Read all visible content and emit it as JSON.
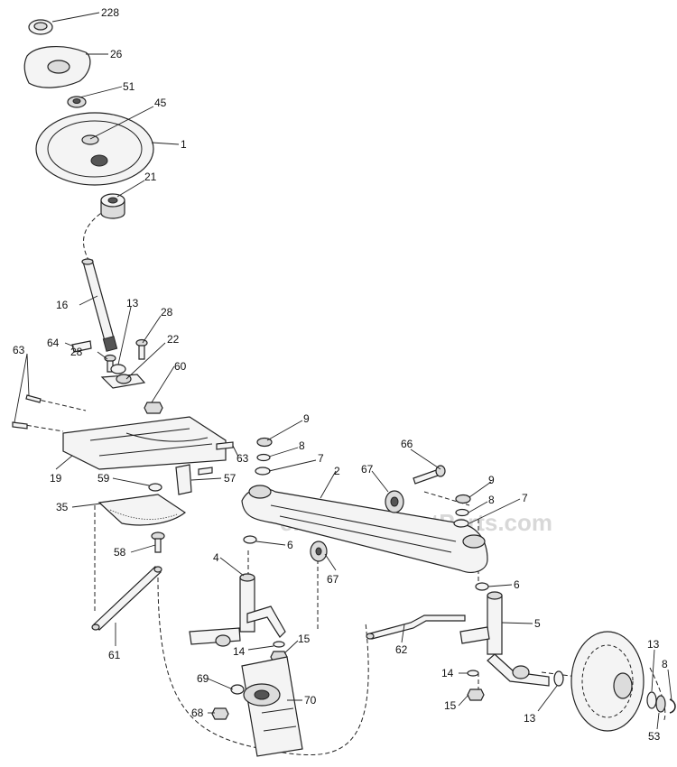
{
  "watermark": "eReplacementParts.com",
  "callouts": [
    {
      "id": "c228",
      "text": "228"
    },
    {
      "id": "c26",
      "text": "26"
    },
    {
      "id": "c51",
      "text": "51"
    },
    {
      "id": "c45",
      "text": "45"
    },
    {
      "id": "c1",
      "text": "1"
    },
    {
      "id": "c21",
      "text": "21"
    },
    {
      "id": "c16",
      "text": "16"
    },
    {
      "id": "c13a",
      "text": "13"
    },
    {
      "id": "c28a",
      "text": "28"
    },
    {
      "id": "c64",
      "text": "64"
    },
    {
      "id": "c22",
      "text": "22"
    },
    {
      "id": "c28b",
      "text": "28"
    },
    {
      "id": "c63a",
      "text": "63"
    },
    {
      "id": "c60",
      "text": "60"
    },
    {
      "id": "c63b",
      "text": "63"
    },
    {
      "id": "c19",
      "text": "19"
    },
    {
      "id": "c57",
      "text": "57"
    },
    {
      "id": "c59",
      "text": "59"
    },
    {
      "id": "c35",
      "text": "35"
    },
    {
      "id": "c58",
      "text": "58"
    },
    {
      "id": "c9a",
      "text": "9"
    },
    {
      "id": "c8a",
      "text": "8"
    },
    {
      "id": "c7a",
      "text": "7"
    },
    {
      "id": "c2",
      "text": "2"
    },
    {
      "id": "c66",
      "text": "66"
    },
    {
      "id": "c67a",
      "text": "67"
    },
    {
      "id": "c9b",
      "text": "9"
    },
    {
      "id": "c8b",
      "text": "8"
    },
    {
      "id": "c7b",
      "text": "7"
    },
    {
      "id": "c6a",
      "text": "6"
    },
    {
      "id": "c4",
      "text": "4"
    },
    {
      "id": "c67b",
      "text": "67"
    },
    {
      "id": "c6b",
      "text": "6"
    },
    {
      "id": "c61",
      "text": "61"
    },
    {
      "id": "c14a",
      "text": "14"
    },
    {
      "id": "c15a",
      "text": "15"
    },
    {
      "id": "c62",
      "text": "62"
    },
    {
      "id": "c5",
      "text": "5"
    },
    {
      "id": "c69",
      "text": "69"
    },
    {
      "id": "c70",
      "text": "70"
    },
    {
      "id": "c68",
      "text": "68"
    },
    {
      "id": "c14b",
      "text": "14"
    },
    {
      "id": "c15b",
      "text": "15"
    },
    {
      "id": "c13b",
      "text": "13"
    },
    {
      "id": "c13c",
      "text": "13"
    },
    {
      "id": "c8c",
      "text": "8"
    },
    {
      "id": "c53",
      "text": "53"
    }
  ]
}
